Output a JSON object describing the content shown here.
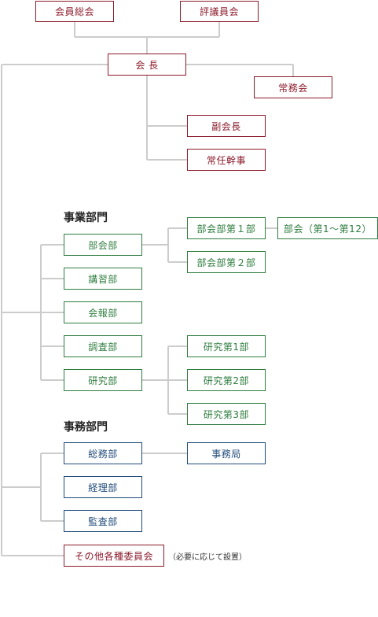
{
  "top": {
    "general_assembly": "会員総会",
    "councillors": "評議員会",
    "president": "会 長",
    "executive_board": "常務会",
    "vice_president": "副会長",
    "standing_director": "常任幹事"
  },
  "business_division": {
    "heading": "事業部門",
    "bukai": "部会部",
    "bukai_1": "部会部第１部",
    "bukai_2": "部会部第２部",
    "subcommittees": "部会（第1〜第12）",
    "lecture": "講習部",
    "bulletin": "会報部",
    "survey": "調査部",
    "research": "研究部",
    "research_1": "研究第1部",
    "research_2": "研究第2部",
    "research_3": "研究第3部"
  },
  "admin_division": {
    "heading": "事務部門",
    "general_affairs": "総務部",
    "secretariat": "事務局",
    "accounting": "経理部",
    "audit": "監査部"
  },
  "other": {
    "committees": "その他各種委員会",
    "note": "（必要に応じて設置）"
  },
  "colors": {
    "governance": "#8b1a2b",
    "business": "#2e7d3e",
    "admin": "#1f4a7a",
    "connector": "#cccccc"
  }
}
